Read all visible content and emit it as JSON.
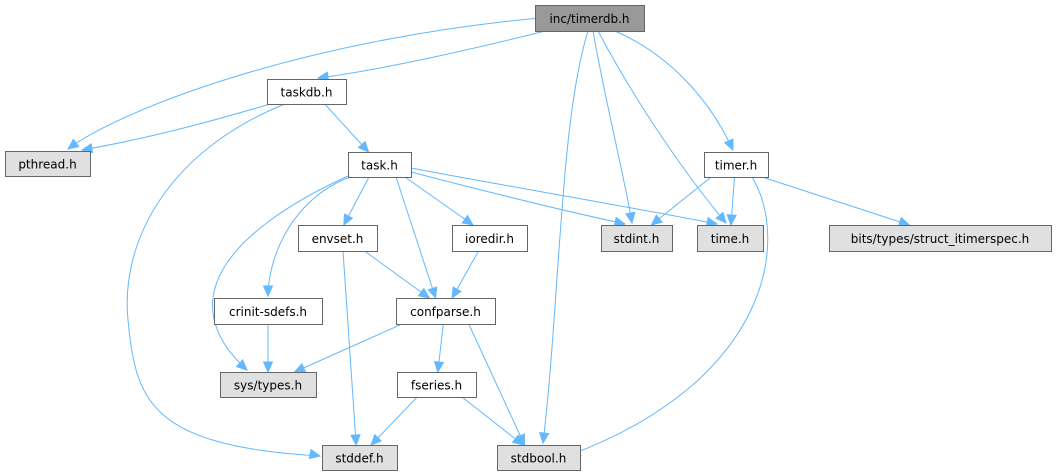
{
  "graph": {
    "root": "inc/timerdb.h",
    "nodes": [
      {
        "id": "timerdb",
        "label": "inc/timerdb.h",
        "kind": "root"
      },
      {
        "id": "taskdb",
        "label": "taskdb.h",
        "kind": "documented"
      },
      {
        "id": "pthread",
        "label": "pthread.h",
        "kind": "external"
      },
      {
        "id": "task",
        "label": "task.h",
        "kind": "documented"
      },
      {
        "id": "timer",
        "label": "timer.h",
        "kind": "documented"
      },
      {
        "id": "envset",
        "label": "envset.h",
        "kind": "documented"
      },
      {
        "id": "ioredir",
        "label": "ioredir.h",
        "kind": "documented"
      },
      {
        "id": "stdint",
        "label": "stdint.h",
        "kind": "external"
      },
      {
        "id": "time",
        "label": "time.h",
        "kind": "external"
      },
      {
        "id": "itimerspec",
        "label": "bits/types/struct_itimerspec.h",
        "kind": "external"
      },
      {
        "id": "crinit",
        "label": "crinit-sdefs.h",
        "kind": "documented"
      },
      {
        "id": "confparse",
        "label": "confparse.h",
        "kind": "documented"
      },
      {
        "id": "systypes",
        "label": "sys/types.h",
        "kind": "external"
      },
      {
        "id": "fseries",
        "label": "fseries.h",
        "kind": "documented"
      },
      {
        "id": "stddef",
        "label": "stddef.h",
        "kind": "external"
      },
      {
        "id": "stdbool",
        "label": "stdbool.h",
        "kind": "external"
      }
    ],
    "edges": [
      [
        "timerdb",
        "pthread"
      ],
      [
        "timerdb",
        "taskdb"
      ],
      [
        "timerdb",
        "stdint"
      ],
      [
        "timerdb",
        "time"
      ],
      [
        "timerdb",
        "timer"
      ],
      [
        "timerdb",
        "stdbool"
      ],
      [
        "taskdb",
        "pthread"
      ],
      [
        "taskdb",
        "task"
      ],
      [
        "taskdb",
        "stddef"
      ],
      [
        "task",
        "envset"
      ],
      [
        "task",
        "ioredir"
      ],
      [
        "task",
        "confparse"
      ],
      [
        "task",
        "stdint"
      ],
      [
        "task",
        "time"
      ],
      [
        "task",
        "crinit"
      ],
      [
        "task",
        "systypes"
      ],
      [
        "timer",
        "stdint"
      ],
      [
        "timer",
        "time"
      ],
      [
        "timer",
        "itimerspec"
      ],
      [
        "timer",
        "stdbool"
      ],
      [
        "envset",
        "confparse"
      ],
      [
        "envset",
        "stddef"
      ],
      [
        "ioredir",
        "confparse"
      ],
      [
        "crinit",
        "systypes"
      ],
      [
        "confparse",
        "systypes"
      ],
      [
        "confparse",
        "fseries"
      ],
      [
        "confparse",
        "stdbool"
      ],
      [
        "fseries",
        "stddef"
      ],
      [
        "fseries",
        "stdbool"
      ]
    ],
    "colors": {
      "root": "#999999",
      "documented": "#ffffff",
      "external": "#e0e0e0",
      "edge": "#63b8ff",
      "border": "#666666"
    }
  }
}
